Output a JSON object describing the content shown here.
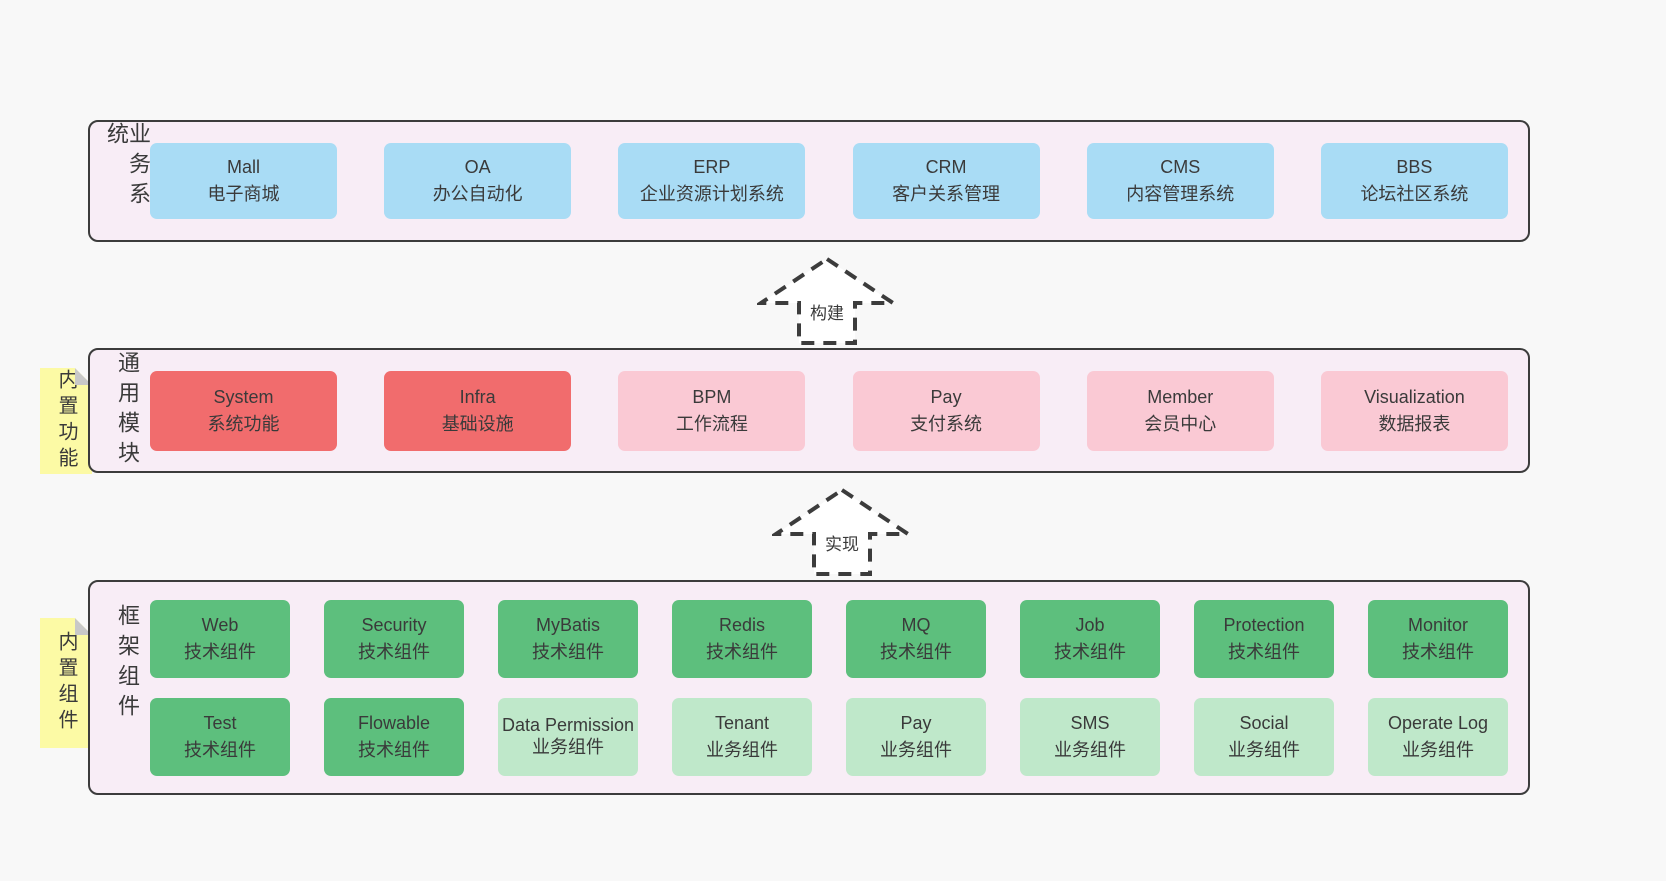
{
  "colors": {
    "page-bg": "#f8f8f8",
    "layer-bg": "#f8edf6",
    "border": "#3c3c3c",
    "text": "#3a3a3a",
    "blue": "#a9dcf5",
    "red": "#f16c6d",
    "pink": "#fac9d4",
    "green": "#5dbf7d",
    "green-light": "#bfe8ca",
    "yellow": "#fcfaa5",
    "fold": "#c8c8c8",
    "arrow-fill": "#ffffff"
  },
  "layers": [
    {
      "label": "业务系统",
      "boxes": [
        {
          "title": "Mall",
          "subtitle": "电子商城"
        },
        {
          "title": "OA",
          "subtitle": "办公自动化"
        },
        {
          "title": "ERP",
          "subtitle": "企业资源计划系统"
        },
        {
          "title": "CRM",
          "subtitle": "客户关系管理"
        },
        {
          "title": "CMS",
          "subtitle": "内容管理系统"
        },
        {
          "title": "BBS",
          "subtitle": "论坛社区系统"
        }
      ]
    },
    {
      "label": "通用模块",
      "tag": "内置功能",
      "boxes": [
        {
          "title": "System",
          "subtitle": "系统功能"
        },
        {
          "title": "Infra",
          "subtitle": "基础设施"
        },
        {
          "title": "BPM",
          "subtitle": "工作流程"
        },
        {
          "title": "Pay",
          "subtitle": "支付系统"
        },
        {
          "title": "Member",
          "subtitle": "会员中心"
        },
        {
          "title": "Visualization",
          "subtitle": "数据报表"
        }
      ]
    },
    {
      "label": "框架组件",
      "tag": "内置组件",
      "boxes": [
        {
          "title": "Web",
          "subtitle": "技术组件"
        },
        {
          "title": "Security",
          "subtitle": "技术组件"
        },
        {
          "title": "MyBatis",
          "subtitle": "技术组件"
        },
        {
          "title": "Redis",
          "subtitle": "技术组件"
        },
        {
          "title": "MQ",
          "subtitle": "技术组件"
        },
        {
          "title": "Job",
          "subtitle": "技术组件"
        },
        {
          "title": "Protection",
          "subtitle": "技术组件"
        },
        {
          "title": "Monitor",
          "subtitle": "技术组件"
        },
        {
          "title": "Test",
          "subtitle": "技术组件"
        },
        {
          "title": "Flowable",
          "subtitle": "技术组件"
        },
        {
          "title": "Data Permission",
          "subtitle": "业务组件"
        },
        {
          "title": "Tenant",
          "subtitle": "业务组件"
        },
        {
          "title": "Pay",
          "subtitle": "业务组件"
        },
        {
          "title": "SMS",
          "subtitle": "业务组件"
        },
        {
          "title": "Social",
          "subtitle": "业务组件"
        },
        {
          "title": "Operate Log",
          "subtitle": "业务组件"
        }
      ]
    }
  ],
  "arrows": [
    {
      "label": "构建"
    },
    {
      "label": "实现"
    }
  ]
}
